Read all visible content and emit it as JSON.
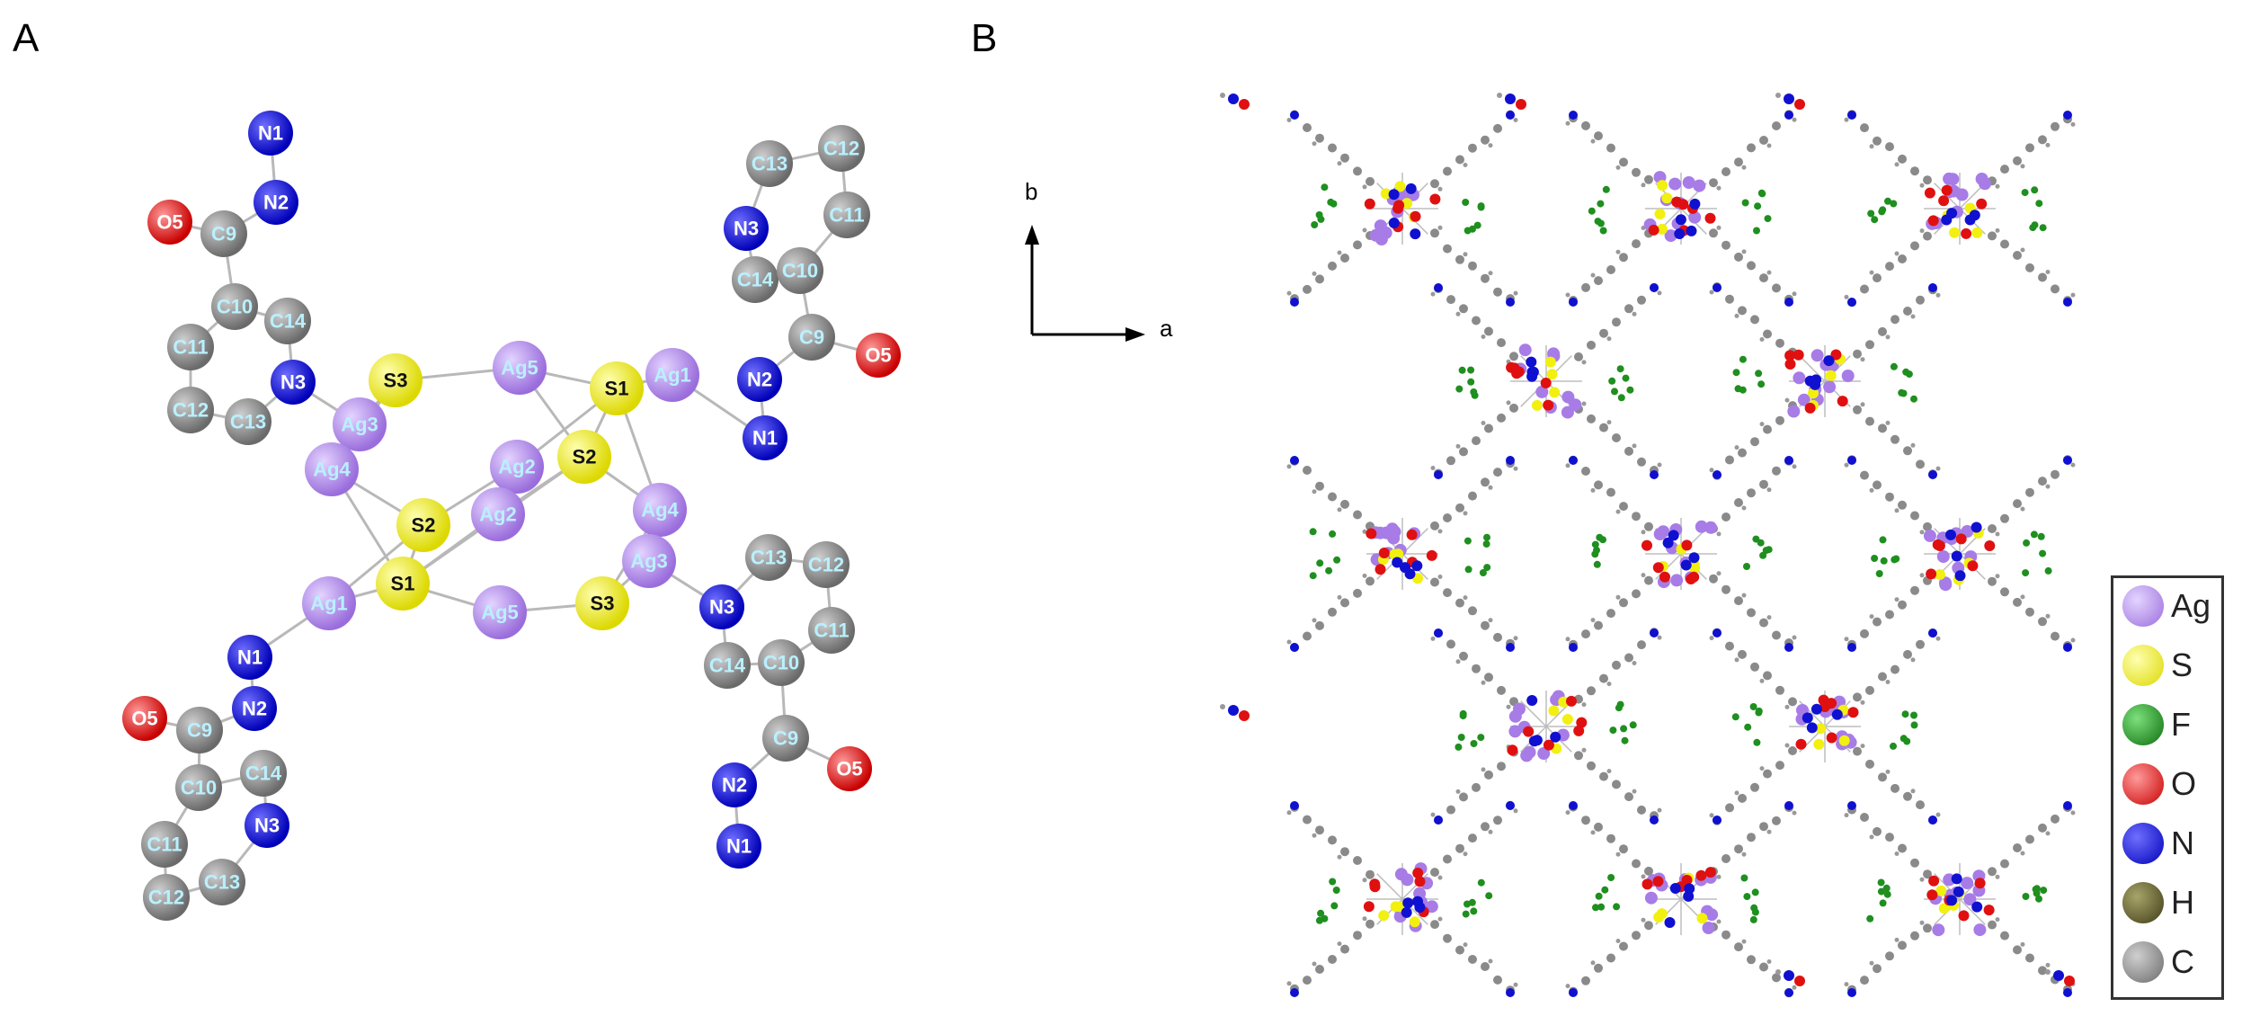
{
  "panels": {
    "a": "A",
    "b": "B"
  },
  "axes": {
    "b": "b",
    "a": "a"
  },
  "colors": {
    "Ag": "#a77ce6",
    "S": "#f2f010",
    "F": "#1f8f1f",
    "O": "#e01010",
    "N": "#1010d0",
    "H": "#5e5a2a",
    "C": "#8a8a8a",
    "label_light": "#b9f0ff",
    "label_dark": "#111111",
    "bond": "#b8b8b8"
  },
  "atoms": [
    {
      "id": "a1",
      "label": "N1",
      "el": "N"
    },
    {
      "id": "a2",
      "label": "N2",
      "el": "N"
    },
    {
      "id": "a3",
      "label": "O5",
      "el": "O"
    },
    {
      "id": "a4",
      "label": "C9",
      "el": "C"
    },
    {
      "id": "a5",
      "label": "C10",
      "el": "C"
    },
    {
      "id": "a6",
      "label": "C14",
      "el": "C"
    },
    {
      "id": "a7",
      "label": "C11",
      "el": "C"
    },
    {
      "id": "a8",
      "label": "N3",
      "el": "N"
    },
    {
      "id": "a9",
      "label": "C12",
      "el": "C"
    },
    {
      "id": "a10",
      "label": "C13",
      "el": "C"
    },
    {
      "id": "a11",
      "label": "S3",
      "el": "S"
    },
    {
      "id": "a12",
      "label": "Ag3",
      "el": "Ag"
    },
    {
      "id": "a13",
      "label": "Ag5",
      "el": "Ag"
    },
    {
      "id": "a14",
      "label": "S1",
      "el": "S"
    },
    {
      "id": "a15",
      "label": "Ag1",
      "el": "Ag"
    },
    {
      "id": "a16",
      "label": "Ag4",
      "el": "Ag"
    },
    {
      "id": "a17",
      "label": "Ag2",
      "el": "Ag"
    },
    {
      "id": "a18",
      "label": "S2",
      "el": "S"
    },
    {
      "id": "a19",
      "label": "S2",
      "el": "S"
    },
    {
      "id": "a20",
      "label": "Ag2",
      "el": "Ag"
    },
    {
      "id": "a21",
      "label": "Ag4",
      "el": "Ag"
    },
    {
      "id": "a22",
      "label": "S1",
      "el": "S"
    },
    {
      "id": "a23",
      "label": "Ag3",
      "el": "Ag"
    },
    {
      "id": "a24",
      "label": "Ag1",
      "el": "Ag"
    },
    {
      "id": "a25",
      "label": "Ag5",
      "el": "Ag"
    },
    {
      "id": "a26",
      "label": "S3",
      "el": "S"
    },
    {
      "id": "b1",
      "label": "C13",
      "el": "C"
    },
    {
      "id": "b2",
      "label": "C12",
      "el": "C"
    },
    {
      "id": "b3",
      "label": "C11",
      "el": "C"
    },
    {
      "id": "b4",
      "label": "N3",
      "el": "N"
    },
    {
      "id": "b5",
      "label": "C14",
      "el": "C"
    },
    {
      "id": "b6",
      "label": "C10",
      "el": "C"
    },
    {
      "id": "b7",
      "label": "C9",
      "el": "C"
    },
    {
      "id": "b8",
      "label": "O5",
      "el": "O"
    },
    {
      "id": "b9",
      "label": "N2",
      "el": "N"
    },
    {
      "id": "b10",
      "label": "N1",
      "el": "N"
    },
    {
      "id": "c1",
      "label": "N1",
      "el": "N"
    },
    {
      "id": "c2",
      "label": "N2",
      "el": "N"
    },
    {
      "id": "c3",
      "label": "O5",
      "el": "O"
    },
    {
      "id": "c4",
      "label": "C9",
      "el": "C"
    },
    {
      "id": "c5",
      "label": "C10",
      "el": "C"
    },
    {
      "id": "c6",
      "label": "C14",
      "el": "C"
    },
    {
      "id": "c7",
      "label": "N3",
      "el": "N"
    },
    {
      "id": "c8",
      "label": "C11",
      "el": "C"
    },
    {
      "id": "c9",
      "label": "C12",
      "el": "C"
    },
    {
      "id": "c10",
      "label": "C13",
      "el": "C"
    },
    {
      "id": "d1",
      "label": "C13",
      "el": "C"
    },
    {
      "id": "d2",
      "label": "C12",
      "el": "C"
    },
    {
      "id": "d3",
      "label": "N3",
      "el": "N"
    },
    {
      "id": "d4",
      "label": "C11",
      "el": "C"
    },
    {
      "id": "d5",
      "label": "C14",
      "el": "C"
    },
    {
      "id": "d6",
      "label": "C10",
      "el": "C"
    },
    {
      "id": "d7",
      "label": "C9",
      "el": "C"
    },
    {
      "id": "d8",
      "label": "O5",
      "el": "O"
    },
    {
      "id": "d9",
      "label": "N2",
      "el": "N"
    },
    {
      "id": "d10",
      "label": "N1",
      "el": "N"
    }
  ],
  "legend": [
    {
      "label": "Ag",
      "el": "Ag"
    },
    {
      "label": "S",
      "el": "S"
    },
    {
      "label": "F",
      "el": "F"
    },
    {
      "label": "O",
      "el": "O"
    },
    {
      "label": "N",
      "el": "N"
    },
    {
      "label": "H",
      "el": "H"
    },
    {
      "label": "C",
      "el": "C"
    }
  ]
}
